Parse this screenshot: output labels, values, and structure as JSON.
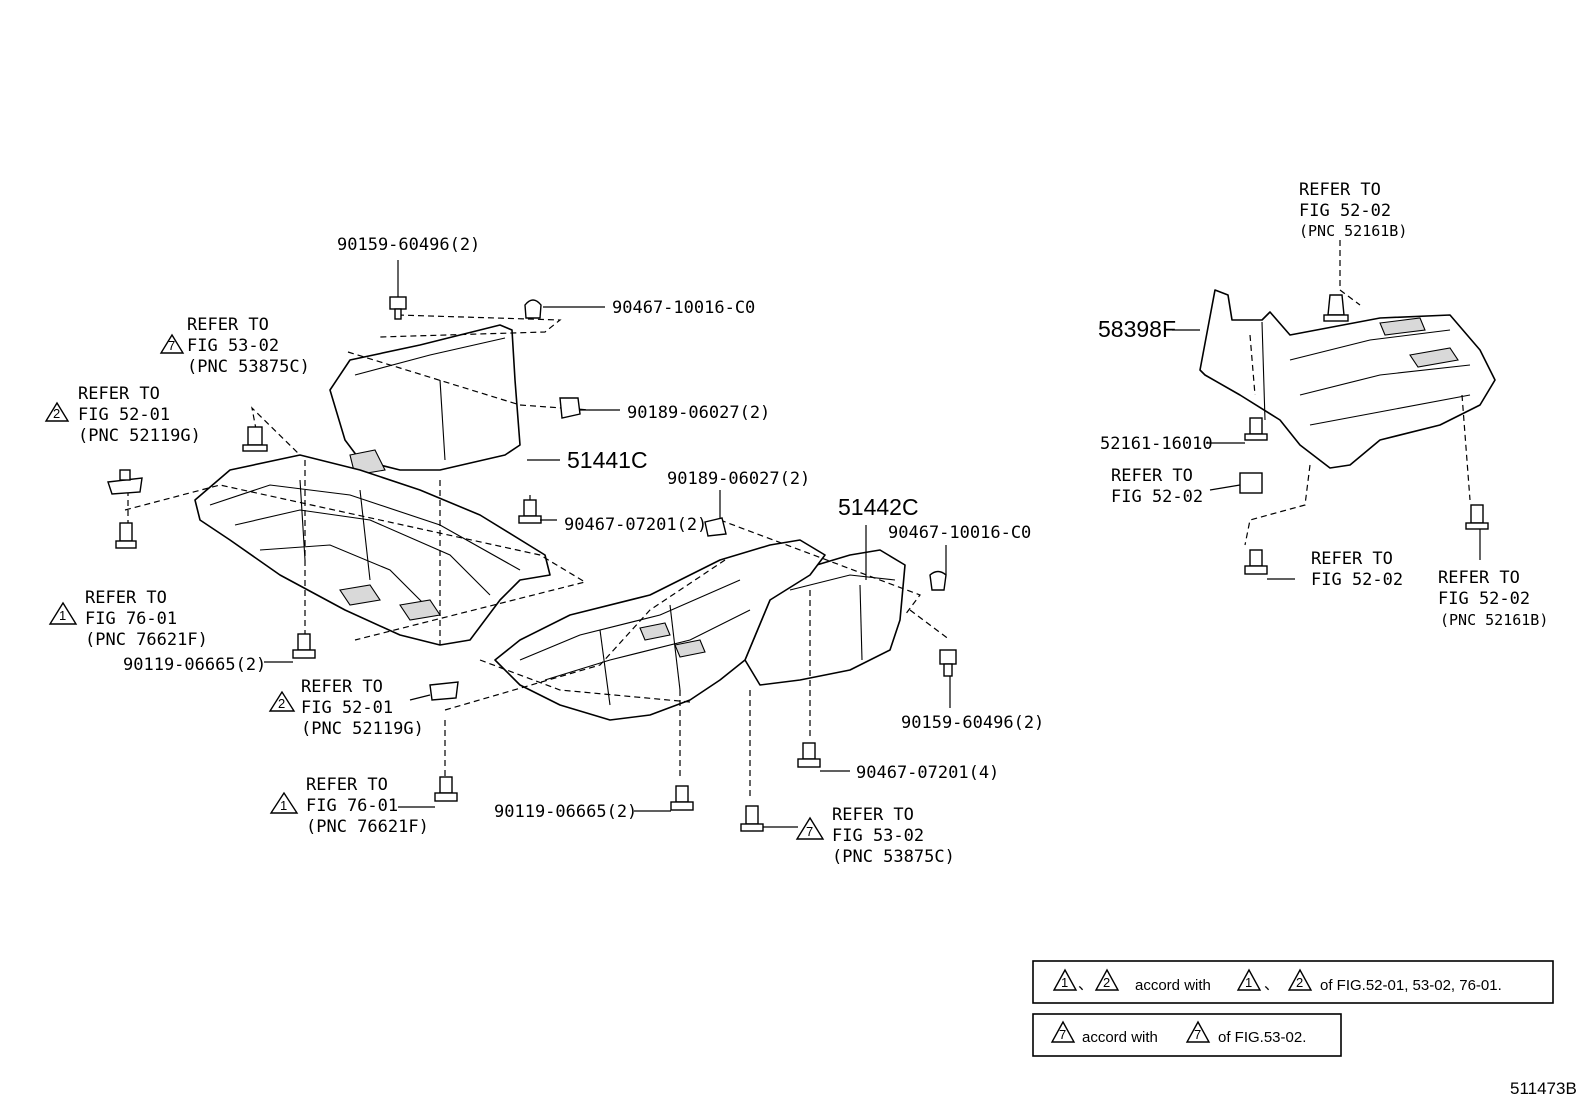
{
  "figure_code": "511473B",
  "parts": {
    "p_90159_top": "90159-60496(2)",
    "p_90467_10016_top": "90467-10016-C0",
    "p_90189_left": "90189-06027(2)",
    "p_51441c": "51441C",
    "p_90189_mid": "90189-06027(2)",
    "p_90467_07201_2": "90467-07201(2)",
    "p_51442c": "51442C",
    "p_90467_10016_right": "90467-10016-C0",
    "p_90119_left": "90119-06665(2)",
    "p_90159_right": "90159-60496(2)",
    "p_90467_07201_4": "90467-07201(4)",
    "p_90119_bottom": "90119-06665(2)",
    "p_58398f": "58398F",
    "p_52161": "52161-16010"
  },
  "refs": {
    "r1": {
      "triangle": "7",
      "line1": "REFER TO",
      "line2": "FIG 53-02",
      "line3": "(PNC 53875C)"
    },
    "r2": {
      "triangle": "2",
      "line1": "REFER TO",
      "line2": "FIG 52-01",
      "line3": "(PNC 52119G)"
    },
    "r3": {
      "triangle": "1",
      "line1": "REFER TO",
      "line2": "FIG 76-01",
      "line3": "(PNC 76621F)"
    },
    "r4": {
      "triangle": "2",
      "line1": "REFER TO",
      "line2": "FIG 52-01",
      "line3": "(PNC 52119G)"
    },
    "r5": {
      "triangle": "1",
      "line1": "REFER TO",
      "line2": "FIG 76-01",
      "line3": "(PNC 76621F)"
    },
    "r6": {
      "triangle": "7",
      "line1": "REFER TO",
      "line2": "FIG 53-02",
      "line3": "(PNC 53875C)"
    },
    "r7": {
      "line1": "REFER TO",
      "line2": "FIG 52-02",
      "line3": "(PNC 52161B)"
    },
    "r8": {
      "line1": "REFER TO",
      "line2": "FIG 52-02"
    },
    "r9": {
      "line1": "REFER TO",
      "line2": "FIG 52-02"
    },
    "r10": {
      "line1": "REFER TO",
      "line2": "FIG 52-02",
      "line3": "(PNC 52161B)"
    }
  },
  "notes": {
    "n1": {
      "t1": "1",
      "t2": "2",
      "sep": "、",
      "mid": "accord with",
      "t3": "1",
      "t4": "2",
      "tail": "of FIG.52-01, 53-02, 76-01."
    },
    "n2": {
      "t1": "7",
      "mid": "accord with",
      "t2": "7",
      "tail": "of FIG.53-02."
    }
  }
}
